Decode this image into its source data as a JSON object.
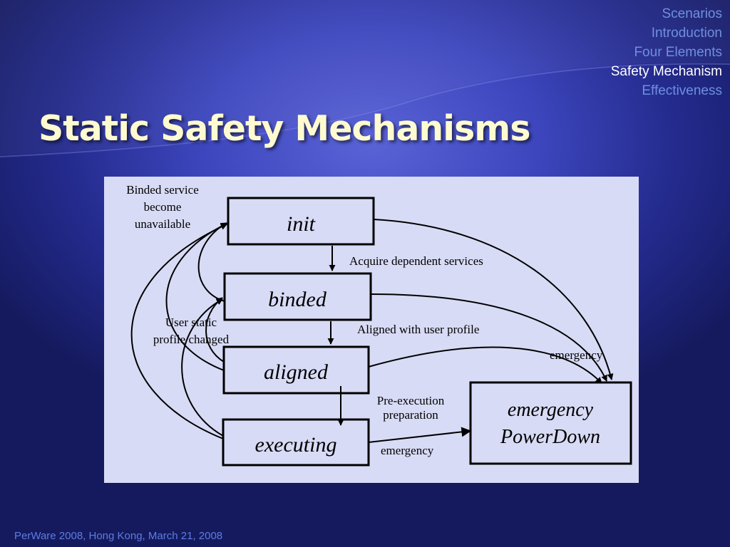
{
  "nav": {
    "items": [
      {
        "label": "Scenarios",
        "active": false
      },
      {
        "label": "Introduction",
        "active": false
      },
      {
        "label": "Four Elements",
        "active": false
      },
      {
        "label": "Safety Mechanism",
        "active": true
      },
      {
        "label": "Effectiveness",
        "active": false
      }
    ]
  },
  "slide": {
    "title": "Static Safety Mechanisms"
  },
  "diagram": {
    "states": {
      "init": "init",
      "binded": "binded",
      "aligned": "aligned",
      "executing": "executing",
      "emergency_line1": "emergency",
      "emergency_line2": "PowerDown"
    },
    "labels": {
      "binded_service_1": "Binded service",
      "binded_service_2": "become",
      "binded_service_3": "unavailable",
      "acquire": "Acquire dependent services",
      "aligned_with": "Aligned with user profile",
      "user_static_1": "User static",
      "user_static_2": "profile changed",
      "emergency_right": "emergency",
      "pre_exec_1": "Pre-execution",
      "pre_exec_2": "preparation",
      "emergency_bottom": "emergency"
    }
  },
  "footer": {
    "event": "PerWare 2008, ",
    "place_date": "Hong Kong, March 21, 2008"
  }
}
